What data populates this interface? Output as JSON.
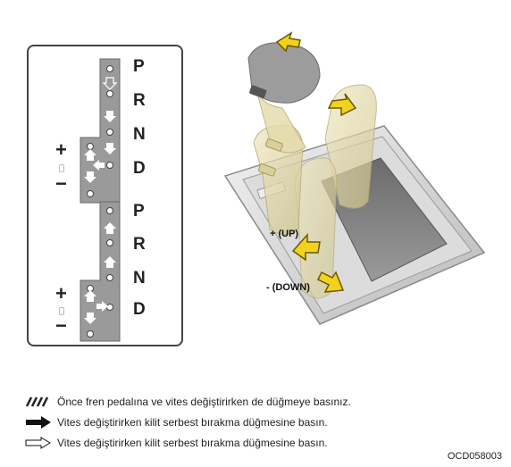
{
  "gate_top": {
    "letters": [
      "P",
      "R",
      "N",
      "D"
    ],
    "plus": "+",
    "minus": "−"
  },
  "gate_bottom": {
    "letters": [
      "P",
      "R",
      "N",
      "D"
    ],
    "plus": "+",
    "minus": "−"
  },
  "illustration": {
    "up_label": "+ (UP)",
    "down_label": "- (DOWN)",
    "arrow_color": "#f2d21c",
    "knob_color": "#e4dcae"
  },
  "legend": [
    {
      "icon": "hatched-arrow-icon",
      "text": "Önce fren pedalına ve vites değiştirirken de düğmeye basınız."
    },
    {
      "icon": "solid-arrow-icon",
      "text": "Vites değiştirirken kilit serbest bırakma düğmesine basın."
    },
    {
      "icon": "outline-arrow-icon",
      "text": "Vites değiştirirken kilit serbest bırakma düğmesine basın."
    }
  ],
  "figure_code": "OCD058003"
}
